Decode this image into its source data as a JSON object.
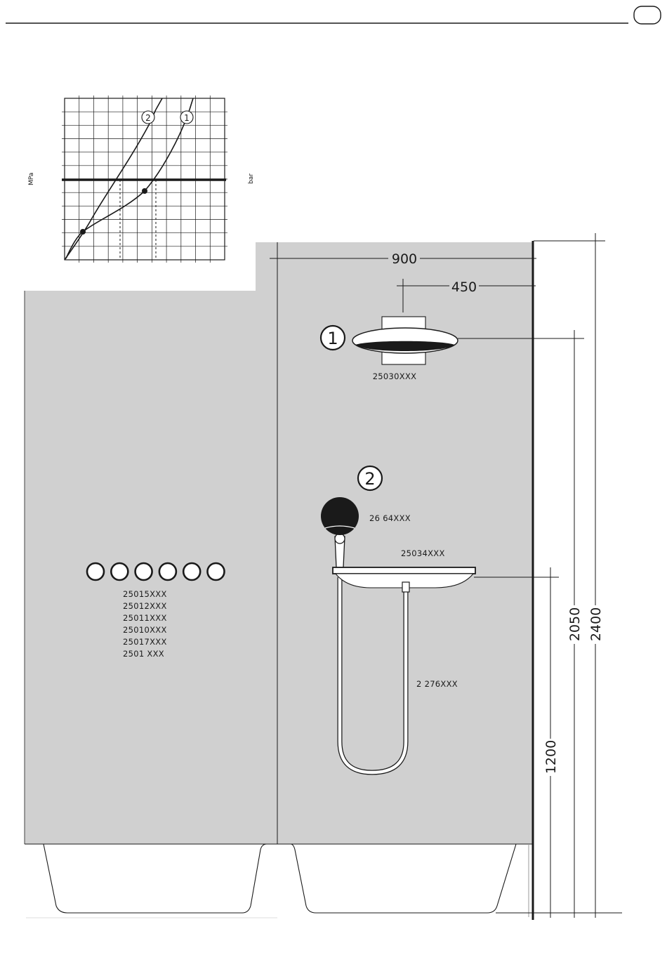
{
  "page": {
    "tab_marker": ""
  },
  "chart": {
    "left_axis_label": "MPa",
    "right_axis_label": "bar",
    "curves": [
      {
        "marker": "2",
        "name": "2"
      },
      {
        "marker": "1",
        "name": "1"
      }
    ]
  },
  "dimensions": {
    "width_total": "900",
    "head_offset": "450",
    "height_head": "2050",
    "height_room": "2400",
    "height_shelf": "1200"
  },
  "products": {
    "item1": {
      "number": "1",
      "code": "25030XXX"
    },
    "item2": {
      "number": "2",
      "hand_shower_code": "26 64XXX",
      "shelf_code": "25034XXX",
      "hose_code": "2 276XXX"
    },
    "controls": {
      "knob_count": 6,
      "codes": [
        "25015XXX",
        "25012XXX",
        "25011XXX",
        "25010XXX",
        "25017XXX",
        "2501 XXX"
      ]
    }
  },
  "colors": {
    "wall": "#d0d0d0",
    "line": "#1a1a1a",
    "tile": "#ffffff"
  }
}
